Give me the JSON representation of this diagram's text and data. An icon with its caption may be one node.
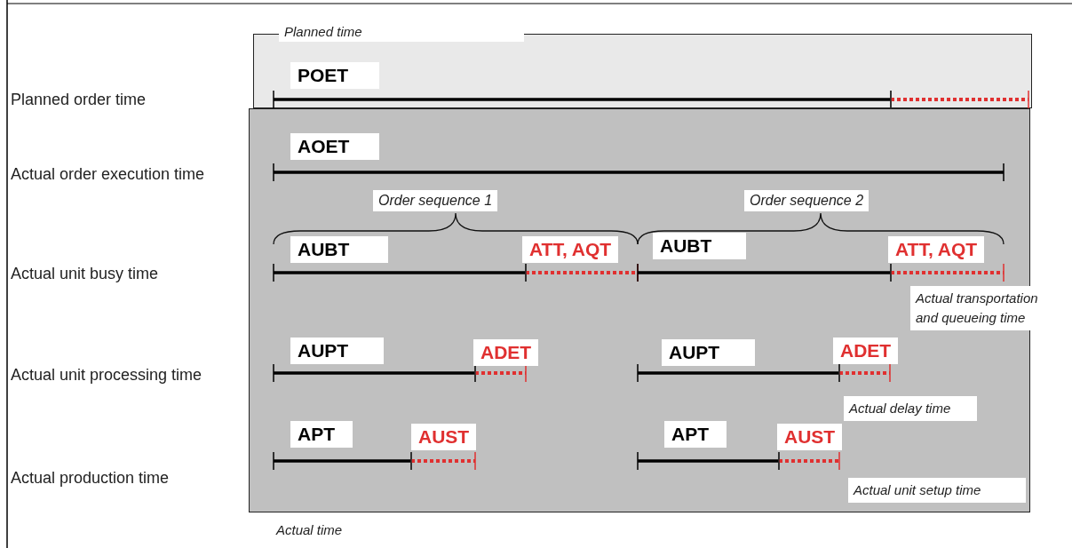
{
  "diagram": {
    "nodes": [
      {
        "text": [
          "Planned time"
        ]
      },
      {
        "text": [
          "Actual time"
        ]
      }
    ],
    "labels": [
      "Planned order time",
      "POET",
      "Actual order execution time",
      "AOET",
      "Order sequence 1",
      "Order sequence 2",
      "Actual unit busy time",
      "AUBT",
      "ATT, AQT",
      "AUBT",
      "ATT, AQT",
      "Actual transportation and queueing time",
      "Actual unit processing time",
      "AUPT",
      "ADET",
      "AUPT",
      "ADET",
      "Actual delay time",
      "Actual production time",
      "APT",
      "AUST",
      "APT",
      "AUST",
      "Actual unit setup time"
    ]
  }
}
